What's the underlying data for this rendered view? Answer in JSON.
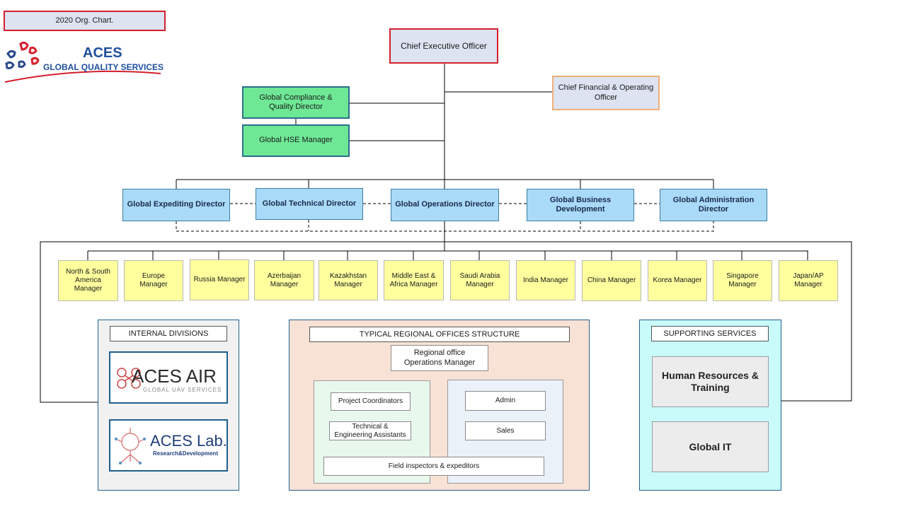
{
  "header": {
    "title": "2020 Org. Chart.",
    "logo_main": "ACES",
    "logo_sub": "GLOBAL QUALITY SERVICES"
  },
  "executive": {
    "ceo": "Chief Executive Officer",
    "cfo": "Chief Financial & Operating Officer",
    "compliance": "Global  Compliance & Quality Director",
    "hse": "Global  HSE Manager"
  },
  "directors": [
    "Global Expediting Director",
    "Global Technical Director",
    "Global Operations  Director",
    "Global Business Development",
    "Global Administration Director"
  ],
  "managers": [
    "North & South America Manager",
    "Europe Manager",
    "Russia Manager",
    "Azerbaijan Manager",
    "Kazakhstan Manager",
    "Middle East & Africa Manager",
    "Saudi Arabia Manager",
    "India Manager",
    "China Manager",
    "Korea Manager",
    "Singapore Manager",
    "Japan/AP Manager"
  ],
  "internal_divisions": {
    "heading": "INTERNAL DIVISIONS",
    "air_logo": "ACES AIR",
    "air_sub": "GLOBAL UAV SERVICES",
    "lab_logo": "ACES Lab.",
    "lab_sub": "Research&Development"
  },
  "regional": {
    "heading": "TYPICAL REGIONAL OFFICES STRUCTURE",
    "manager": "Regional  office Operations Manager",
    "project_coordinators": "Project Coordinators",
    "tech_assistants": "Technical & Engineering Assistants",
    "admin": "Admin",
    "sales": "Sales",
    "field": "Field inspectors & expeditors"
  },
  "supporting": {
    "heading": "SUPPORTING  SERVICES",
    "hr": "Human Resources  & Training",
    "it": "Global IT"
  },
  "colors": {
    "accent_red": "#d4202c",
    "director_blue": "#a9daf7",
    "manager_yellow": "#ffff9e",
    "green": "#6fe896"
  }
}
